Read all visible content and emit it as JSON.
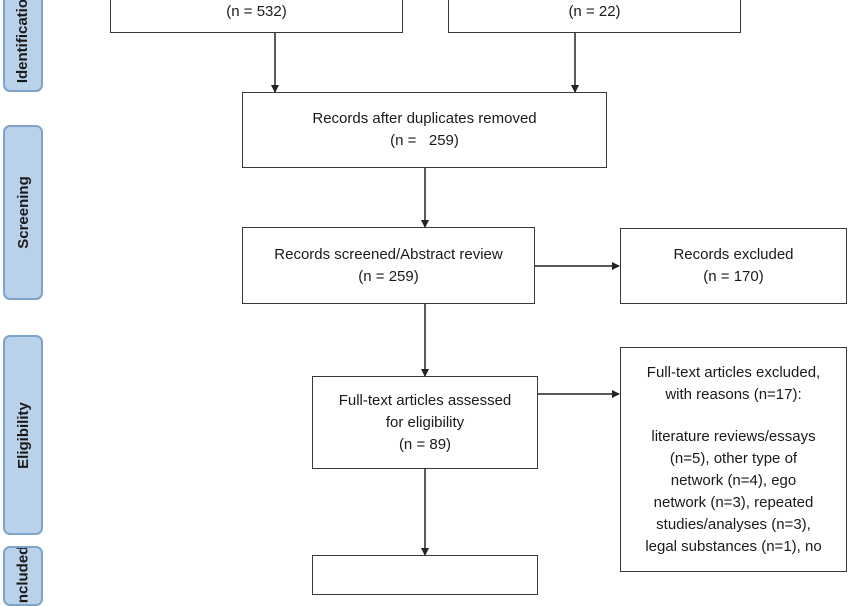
{
  "stages": {
    "identification": "Identification",
    "screening": "Screening",
    "eligibility": "Eligibility",
    "included": "Included"
  },
  "boxes": {
    "db_records": {
      "count": "(n = 532)"
    },
    "other_records": {
      "count": "(n = 22)"
    },
    "after_duplicates": {
      "line1": "Records after duplicates removed",
      "line2": "(n =   259)"
    },
    "screened": {
      "line1": "Records screened/Abstract review",
      "line2": "(n = 259)"
    },
    "excluded": {
      "line1": "Records excluded",
      "line2": "(n = 170)"
    },
    "fulltext": {
      "line1": "Full-text articles assessed",
      "line2": "for eligibility",
      "line3": "(n = 89)"
    },
    "fulltext_excluded": {
      "line1": "Full-text articles excluded,",
      "line2": "with reasons (n=17):",
      "line3": "literature reviews/essays",
      "line4": "(n=5), other type of",
      "line5": "network (n=4), ego",
      "line6": "network (n=3), repeated",
      "line7": "studies/analyses (n=3),",
      "line8": "legal substances (n=1), no"
    }
  }
}
